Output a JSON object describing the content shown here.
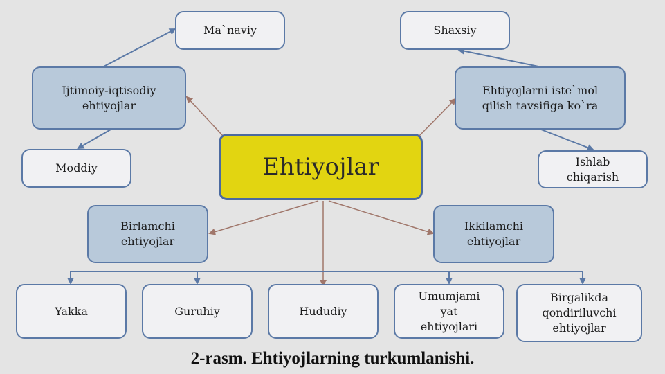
{
  "diagram": {
    "center": "Ehtiyojlar",
    "nodes": {
      "ijtimoiy": "Ijtimoiy-iqtisodiy\nehtiyojlar",
      "manaviy": "Ma`naviy",
      "moddiy": "Moddiy",
      "istemol": "Ehtiyojlarni iste`mol\nqilish tavsifiga ko`ra",
      "shaxsiy": "Shaxsiy",
      "ishlab": "Ishlab\nchiqarish",
      "birlamchi": "Birlamchi\nehtiyojlar",
      "ikkilamchi": "Ikkilamchi\nehtiyojlar",
      "yakka": "Yakka",
      "guruhiy": "Guruhiy",
      "hududiy": "Hududiy",
      "umumjamiyat": "Umumjami\nyat\nehtiyojlari",
      "birgalikda": "Birgalikda\nqondiriluvchi\nehtiyojlar"
    }
  },
  "caption": "2-rasm. Ehtiyojlarning turkumlanishi.",
  "colors": {
    "background": "#e4e4e4",
    "center_fill": "#e2d511",
    "blue_fill": "#b8c9da",
    "plain_fill": "#f1f1f3",
    "border": "#5b79a6",
    "arrow_brown": "#a0766a",
    "arrow_blue": "#5b79a6"
  }
}
